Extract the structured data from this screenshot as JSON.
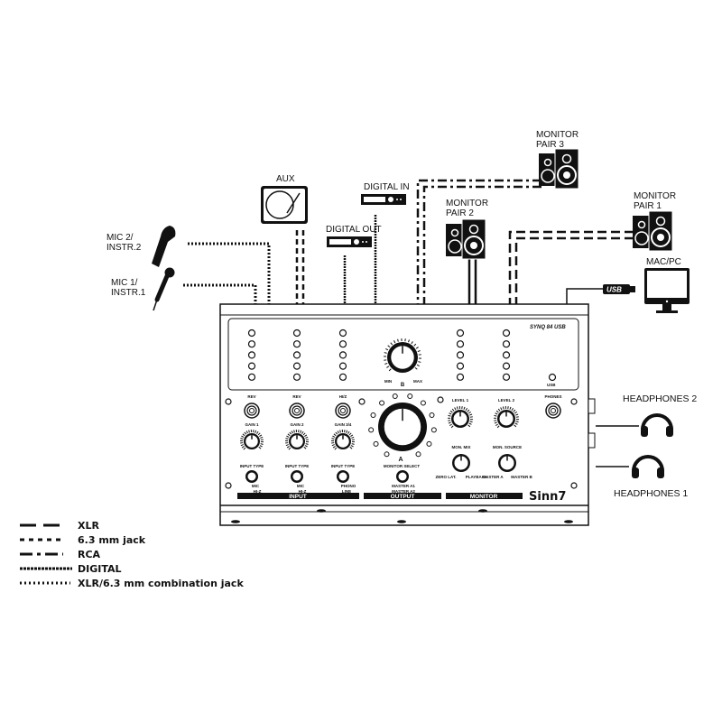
{
  "labels": {
    "aux": "AUX",
    "digital_in": "DIGITAL IN",
    "digital_out": "DIGITAL OUT",
    "mic2": [
      "MIC 2/",
      "INSTR.2"
    ],
    "mic1": [
      "MIC 1/",
      "INSTR.1"
    ],
    "monitor_pair_3": [
      "MONITOR",
      "PAIR 3"
    ],
    "monitor_pair_2": [
      "MONITOR",
      "PAIR 2"
    ],
    "monitor_pair_1": [
      "MONITOR",
      "PAIR 1"
    ],
    "mac_pc": "MAC/PC",
    "usb": "USB",
    "headphones_2": "HEADPHONES 2",
    "headphones_1": "HEADPHONES 1"
  },
  "panel": {
    "brand": "Sinn7",
    "model": "SYNQ 84 USB",
    "jack_labels": [
      "REV",
      "REV",
      "HI/Z",
      "PHONES"
    ],
    "gain_labels": [
      "GAIN 1",
      "GAIN 2",
      "GAIN 3/4"
    ],
    "min": "MIN",
    "max": "MAX",
    "input_type": "INPUT TYPE",
    "input_options": [
      [
        "MIC",
        "HI-Z"
      ],
      [
        "MIC",
        "HI-Z"
      ],
      [
        "PHONO",
        "LINE"
      ]
    ],
    "monitor_select": "MONITOR SELECT",
    "monitor_select_options": [
      "MASTER A1",
      "MASTER A2"
    ],
    "knob_a": "A",
    "knob_b": "B",
    "level1": "LEVEL 1",
    "level2": "LEVEL 2",
    "mon_mix": "MON. MIX",
    "mon_source": "MON. SOURCE",
    "mon_mix_options": [
      "ZERO LAT.",
      "PLAYBACK"
    ],
    "mon_source_options": [
      "MASTER A",
      "MASTER B"
    ],
    "usb_led": "USB",
    "sections": [
      "INPUT",
      "OUTPUT",
      "MONITOR"
    ]
  },
  "legend": [
    {
      "style": "xlr",
      "label": "XLR"
    },
    {
      "style": "jack",
      "label": "6.3 mm jack"
    },
    {
      "style": "rca",
      "label": "RCA"
    },
    {
      "style": "digital",
      "label": "DIGITAL"
    },
    {
      "style": "combo",
      "label": "XLR/6.3 mm combination jack"
    }
  ]
}
